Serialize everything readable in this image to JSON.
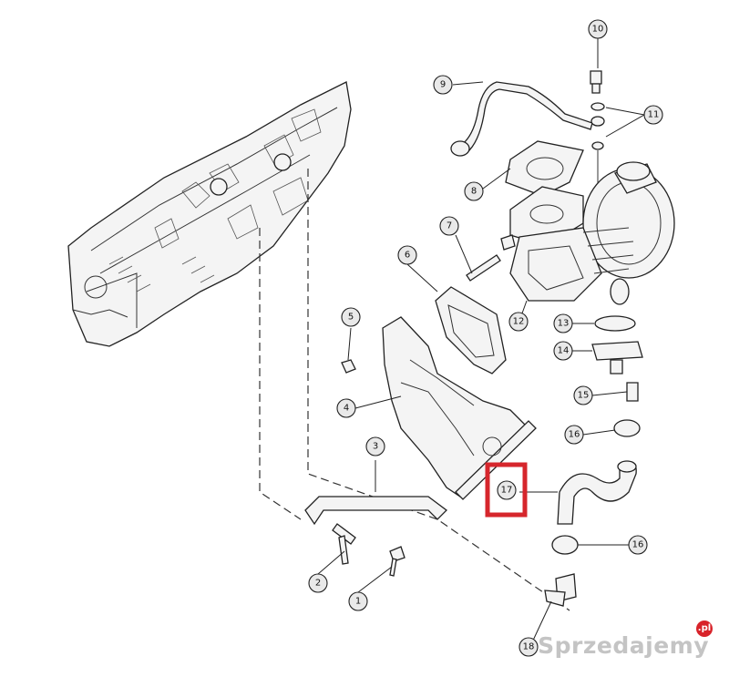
{
  "callouts": [
    "1",
    "2",
    "3",
    "4",
    "5",
    "6",
    "7",
    "8",
    "9",
    "10",
    "11",
    "12",
    "13",
    "14",
    "15",
    "16",
    "16",
    "17",
    "18"
  ],
  "highlighted_callout": "17",
  "watermark": {
    "text": "Sprzedajemy",
    "badge": ".pl",
    "color": "#c4c4c4",
    "badge_color": "#d8232a"
  },
  "colors": {
    "line": "#222222",
    "highlight": "#d6262c"
  }
}
